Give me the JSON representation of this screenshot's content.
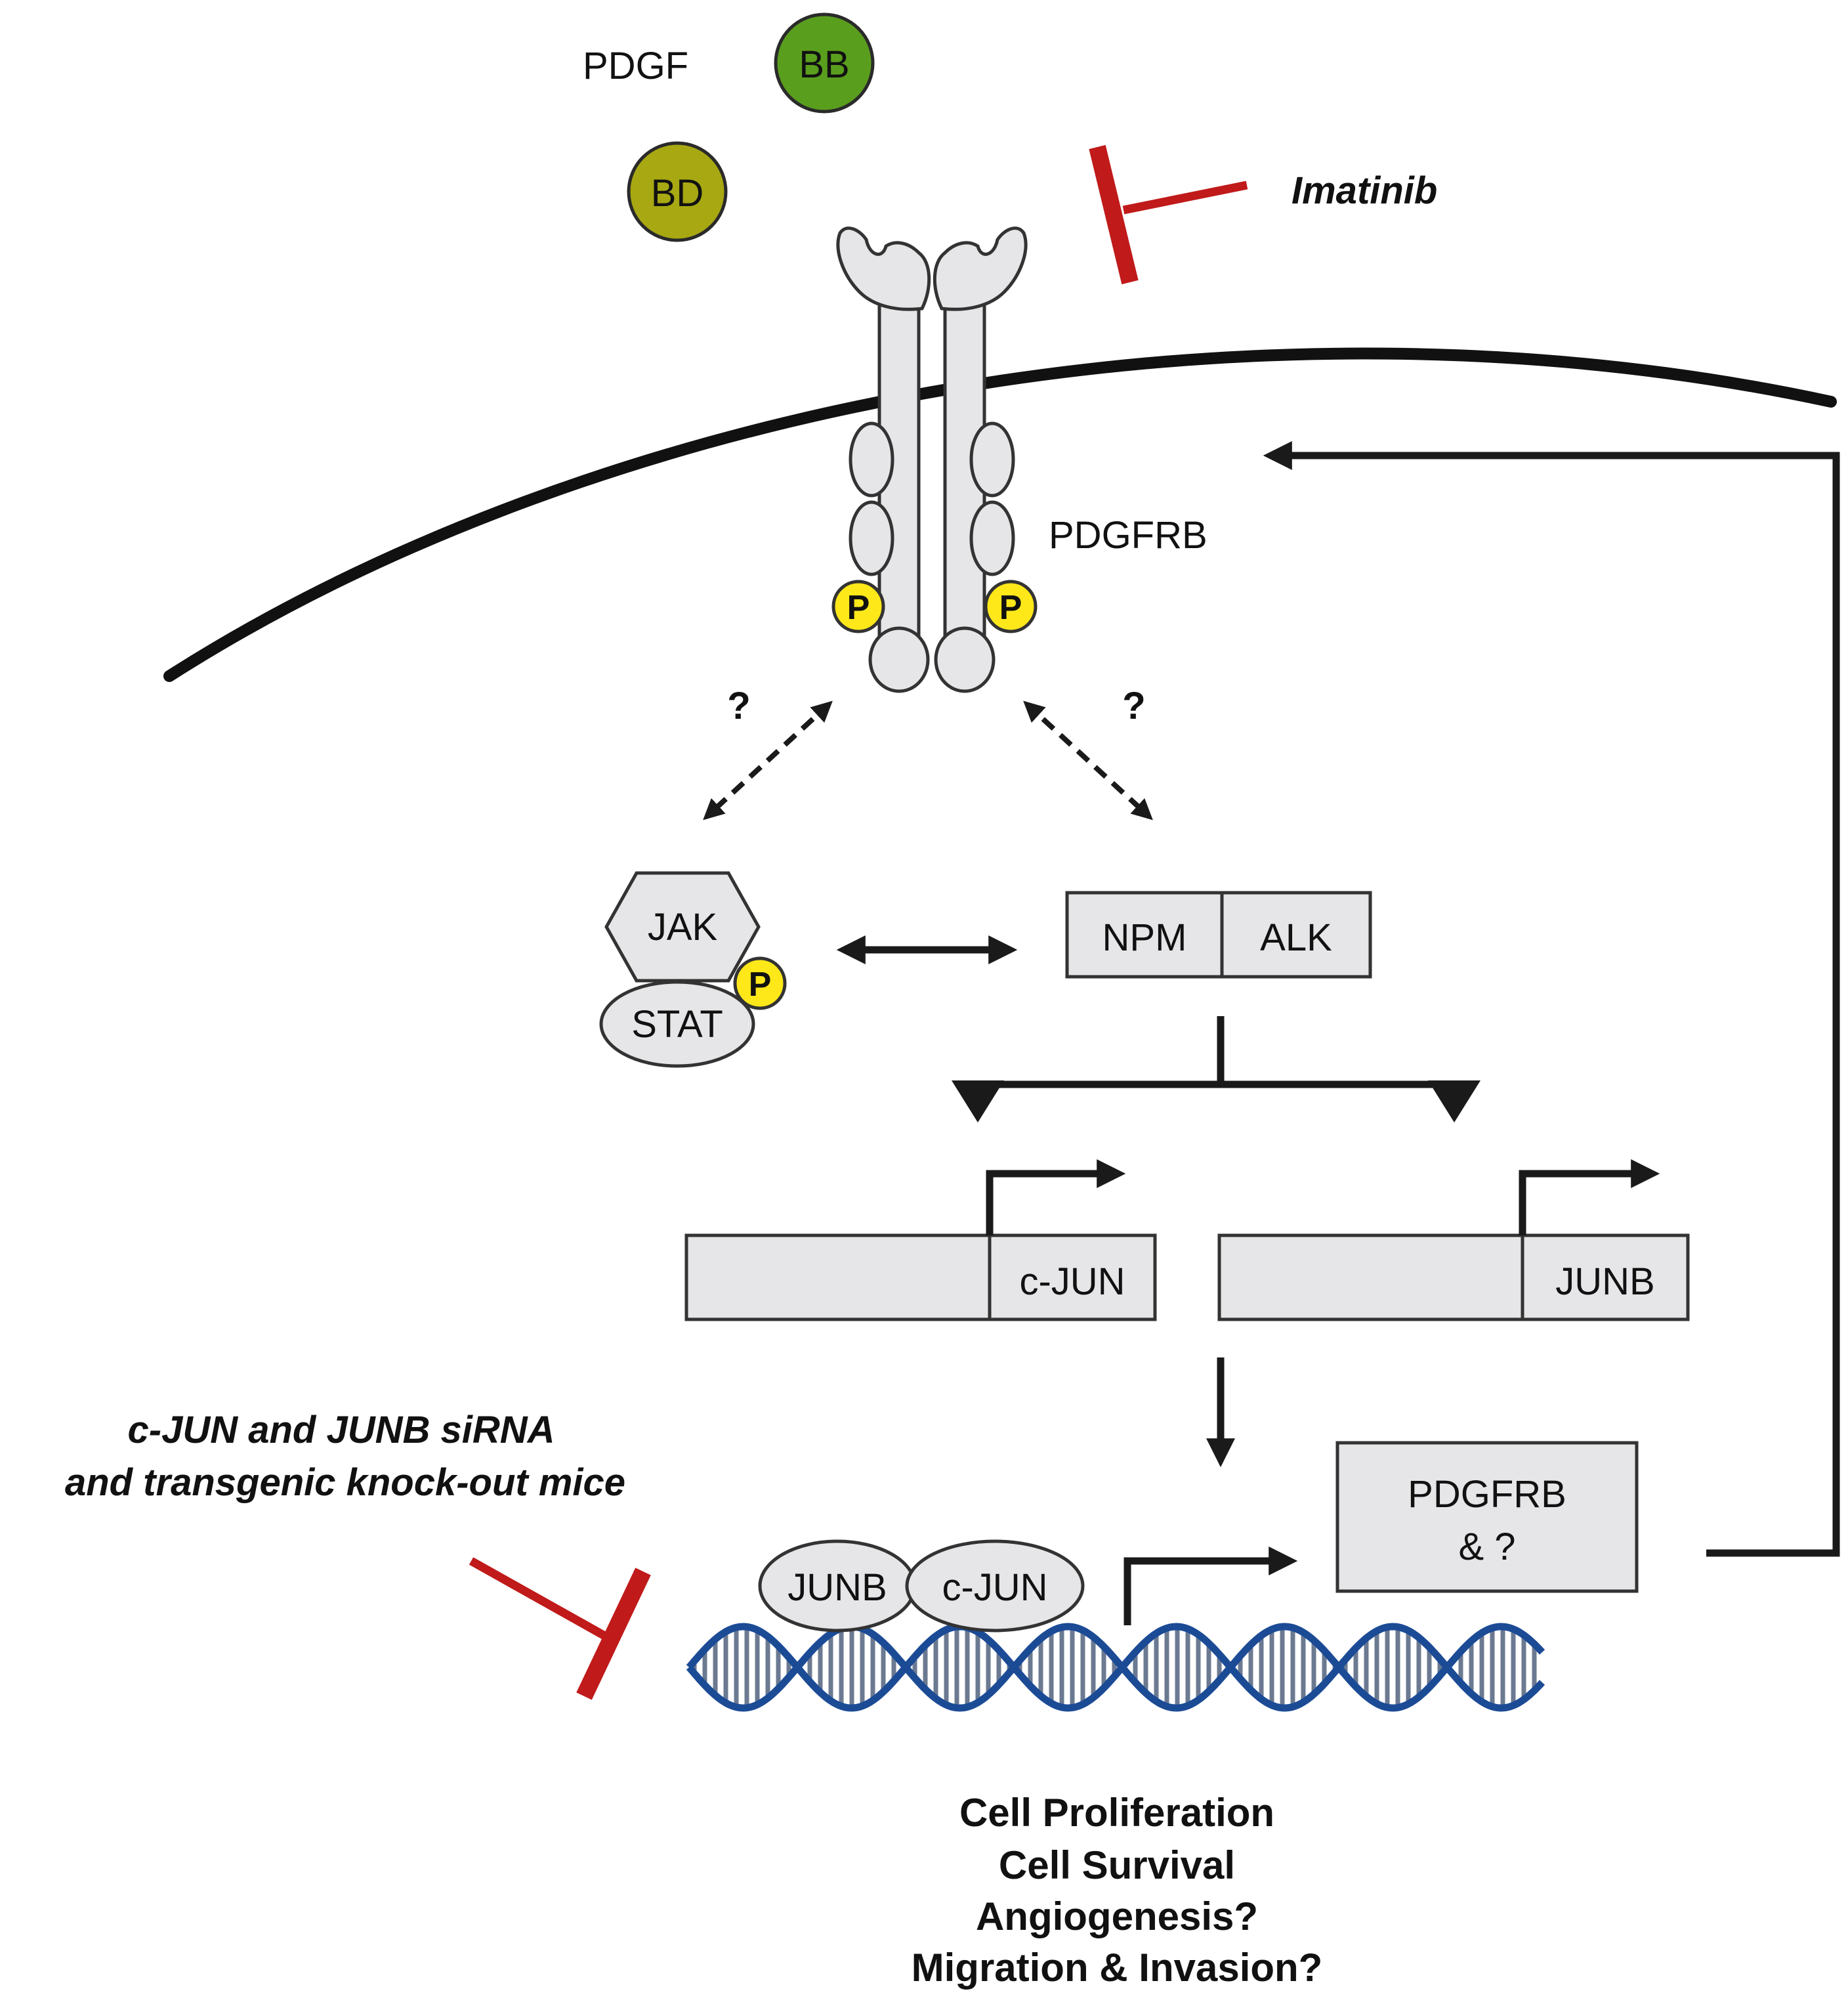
{
  "ligand": {
    "label": "PDGF",
    "bb": "BB",
    "bd": "BD",
    "bb_color": "#5a9e1e",
    "bd_color": "#a7a812"
  },
  "inhibitor_top": {
    "label": "Imatinib",
    "color": "#c01a1a"
  },
  "receptor": {
    "label": "PDGFRB",
    "phospho": "P"
  },
  "question_mark": "?",
  "jak_stat": {
    "jak": "JAK",
    "stat": "STAT",
    "phospho": "P"
  },
  "fusion": {
    "left": "NPM",
    "right": "ALK"
  },
  "genes": {
    "cjun": "c-JUN",
    "junb": "JUNB"
  },
  "inhibitor_bottom": {
    "line1": "c-JUN and JUNB siRNA",
    "line2": "and transgenic knock-out mice"
  },
  "dimer": {
    "junb": "JUNB",
    "cjun": "c-JUN"
  },
  "target": {
    "line1": "PDGFRB",
    "line2": "& ?"
  },
  "dna_color": "#1c4b96",
  "dna_rung_color": "#6b7a91",
  "outcomes": [
    "Cell Proliferation",
    "Cell Survival",
    "Angiogenesis?",
    "Migration & Invasion?"
  ]
}
